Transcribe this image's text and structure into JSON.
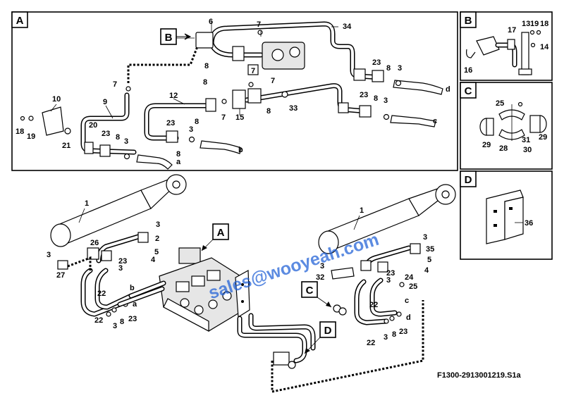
{
  "figure_code": "F1300-2913001219.S1a",
  "watermark": "sales@wooyeah.com",
  "views": {
    "A": "A",
    "B": "B",
    "C": "C",
    "D": "D"
  },
  "view_refs": {
    "B_in_A": "B",
    "A_main": "A",
    "C_main": "C",
    "D_main": "D"
  },
  "callouts": {
    "p1": "1",
    "p2": "2",
    "p3": "3",
    "p4": "4",
    "p5": "5",
    "p6": "6",
    "p7": "7",
    "p8": "8",
    "p9": "9",
    "p10": "10",
    "p12": "12",
    "p13": "13",
    "p14": "14",
    "p15": "15",
    "p16": "16",
    "p17": "17",
    "p18": "18",
    "p19": "19",
    "p20": "20",
    "p21": "21",
    "p22": "22",
    "p23": "23",
    "p24": "24",
    "p25": "25",
    "p26": "26",
    "p27": "27",
    "p28": "28",
    "p29": "29",
    "p30": "30",
    "p31": "31",
    "p32": "32",
    "p33": "33",
    "p34": "34",
    "p35": "35",
    "p36": "36"
  },
  "ports": {
    "a": "a",
    "b": "b",
    "c": "c",
    "d": "d"
  }
}
